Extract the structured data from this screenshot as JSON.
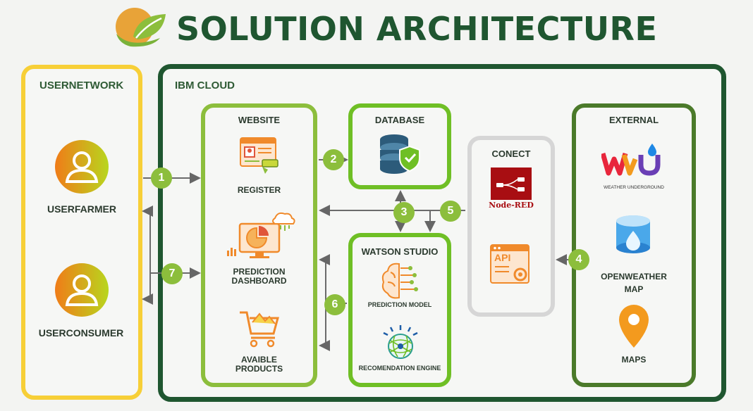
{
  "title": "SOLUTION ARCHITECTURE",
  "user_network": {
    "label": "USERNETWORK",
    "farmer": "USERFARMER",
    "consumer": "USERCONSUMER"
  },
  "ibm_cloud": {
    "label": "IBM CLOUD"
  },
  "website": {
    "label": "WEBSITE",
    "register": "REGISTER",
    "dashboard_line1": "PREDICTION",
    "dashboard_line2": "DASHBOARD",
    "products_line1": "AVAIBLE",
    "products_line2": "PRODUCTS"
  },
  "database": {
    "label": "DATABASE"
  },
  "watson": {
    "label": "WATSON STUDIO",
    "prediction_model": "PREDICTION MODEL",
    "recommendation": "RECOMENDATION ENGINE"
  },
  "connect": {
    "label": "CONECT",
    "node_red": "Node-RED",
    "api": "API"
  },
  "external": {
    "label": "EXTERNAL",
    "wu_caption": "WEATHER UNDERGROUND",
    "openweather_line1": "OPENWEATHER",
    "openweather_line2": "MAP",
    "maps": "MAPS"
  },
  "steps": [
    "1",
    "2",
    "3",
    "4",
    "5",
    "6",
    "7"
  ],
  "colors": {
    "dark_green": "#1f5630",
    "light_green": "#8cbe3c",
    "yellow": "#f7cf37",
    "grey": "#d6d6d6",
    "orange": "#f39a1e"
  }
}
